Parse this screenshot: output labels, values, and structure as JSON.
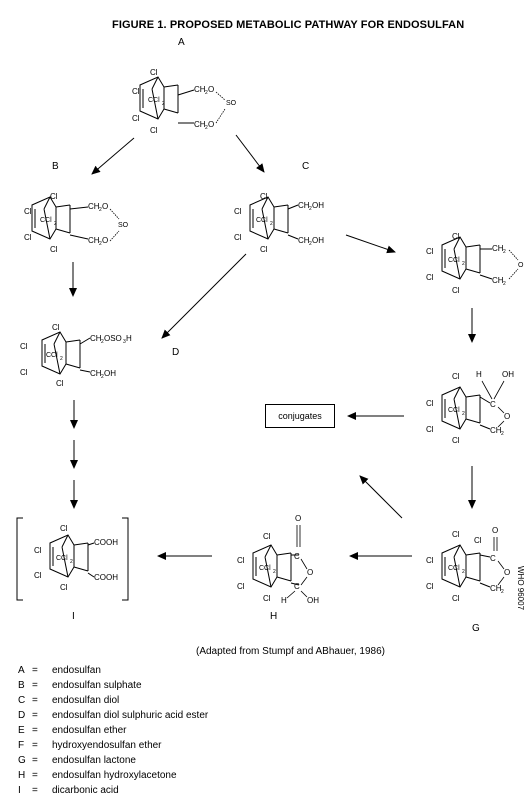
{
  "figure": {
    "title": "FIGURE 1.  PROPOSED METABOLIC PATHWAY FOR ENDOSULFAN",
    "credit": "(Adapted from Stumpf and ABhauer, 1986)",
    "side_code": "WHO 96007"
  },
  "labels": {
    "A": "A",
    "B": "B",
    "C": "C",
    "D": "D",
    "G": "G",
    "H": "H",
    "I": "I"
  },
  "conjugates": "conjugates",
  "chem": {
    "cl": "Cl",
    "ccl2": "CCl",
    "sub2": "2",
    "ch2o": "CH",
    "o": "O",
    "so": "SO",
    "ch2oh": "CH",
    "oh_suffix": "OH",
    "ch2oso3h": "CH",
    "oso3h": "OSO",
    "h": "H",
    "c": "C",
    "cooh": "COOH",
    "oh": "OH"
  },
  "legend": [
    {
      "key": "A",
      "name": "endosulfan"
    },
    {
      "key": "B",
      "name": "endosulfan sulphate"
    },
    {
      "key": "C",
      "name": "endosulfan diol"
    },
    {
      "key": "D",
      "name": "endosulfan diol sulphuric acid ester"
    },
    {
      "key": "E",
      "name": "endosulfan ether"
    },
    {
      "key": "F",
      "name": "hydroxyendosulfan ether"
    },
    {
      "key": "G",
      "name": "endosulfan lactone"
    },
    {
      "key": "H",
      "name": "endosulfan hydroxylacetone"
    },
    {
      "key": "I",
      "name": "dicarbonic acid"
    }
  ]
}
